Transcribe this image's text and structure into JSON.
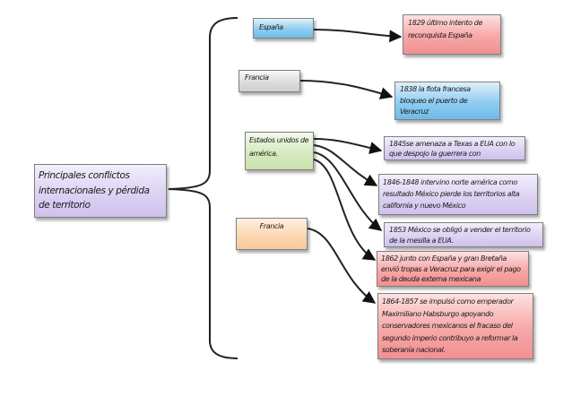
{
  "root": {
    "label": "Principales conflictos internacionales y pérdida de territorio"
  },
  "countries": {
    "espana": "España",
    "francia1": "Francia",
    "eua": "Estados unidos de américa.",
    "francia2": "Francia"
  },
  "events": {
    "e1829": "1829 último intento de reconquista España",
    "e1838": "1838 la flota francesa bloqueo el puerto de Veracruz",
    "e1845": "1845se amenaza a Texas a EUA con lo que despojo la guerrera con",
    "e1846": "1846-1848   intervino norte américa como resultado México pierde los territorios alta california y nuevo México",
    "e1853": "1853 México se obligó a vender el territorio de la mesilla a EUA.",
    "e1862": "1862 junto con España y gran Bretaña envió tropas a Veracruz para exigir el pago de la deuda externa mexicana",
    "e1864": "1864-1857 se impulsó como emperador Maximiliano Habsburgo apoyando conservadores mexicanos el fracaso del segundo imperio contribuyo a reformar la soberanía nacional."
  }
}
